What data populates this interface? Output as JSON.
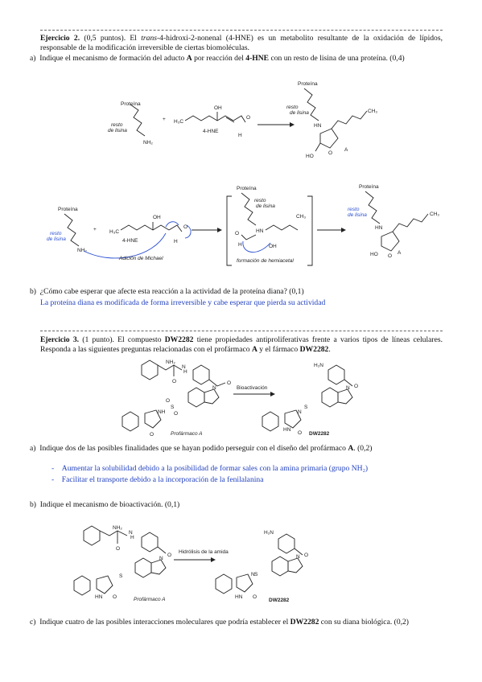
{
  "ex2": {
    "label": "Ejercicio 2.",
    "points": " (0,5 puntos). El ",
    "trans": "trans",
    "intro_rest": "-4-hidroxi-2-nonenal (4-HNE) es un metabolito resultante de la oxidación de lípidos, responsable de la modificación irreversible de ciertas biomoléculas.",
    "qa_marker": "a)",
    "qa_pre": "Indique el mecanismo de formación del aducto ",
    "qa_A": "A",
    "qa_mid": " por reacción del ",
    "qa_hne": "4-HNE",
    "qa_post": " con un resto de lisina de una proteína. (0,4)",
    "scheme1": {
      "protein": "Proteína",
      "lys_rest": "resto",
      "lys_rest2": "de lisina",
      "nh2": "NH₂",
      "plus": "+",
      "h3c": "H₃C",
      "oh": "OH",
      "hne": "4-HNE",
      "o": "O",
      "h": "H",
      "protein2": "Proteína",
      "rest2": "resto",
      "rest2b": "de lisina",
      "hn": "HN",
      "ch3": "CH₃",
      "a": "A",
      "ho": "HO",
      "o2": "O"
    },
    "scheme2": {
      "protein": "Proteína",
      "lys_rest": "resto",
      "lys_rest2": "de lisina",
      "nh2": "NH₂",
      "plus": "+",
      "h3c": "H₃C",
      "oh": "OH",
      "hne": "4-HNE",
      "o": "O",
      "h": "H",
      "michael": "Adición de Michael",
      "protein2": "Proteína",
      "rest2": "resto",
      "rest2b": "de lisina",
      "ch3": "CH₃",
      "hn": "HN",
      "o2": "O",
      "h2": "H",
      "oh2": "OH",
      "hemiacetal": "formación de hemiacetal",
      "protein3": "Proteína",
      "rest3": "resto",
      "rest3b": "de lisina",
      "hn3": "HN",
      "ch3b": "CH₃",
      "a": "A",
      "ho3": "HO",
      "o3": "O"
    },
    "qb_marker": "b)",
    "qb_text": "¿Cómo cabe esperar que afecte esta reacción a la actividad de la proteína diana? (0,1)",
    "qb_answer": "La proteína diana es modificada de forma irreversible y cabe esperar que pierda su actividad"
  },
  "ex3": {
    "label": "Ejercicio 3.",
    "intro_pre": " (1 punto). El compuesto ",
    "dw": "DW2282",
    "intro_mid": " tiene propiedades antiproliferativas frente a varios tipos de líneas celulares. Responda a las siguientes preguntas relacionadas con el profármaco ",
    "intro_A": "A",
    "intro_and": " y el fármaco ",
    "intro_dw2": "DW2282",
    "intro_end": ".",
    "scheme1": {
      "nh2": "NH₂",
      "n": "N",
      "h": "H",
      "o": "O",
      "nh": "NH",
      "s": "S",
      "o_s1": "O",
      "o_s2": "O",
      "n2": "N",
      "o2": "O",
      "prodrug": "Profármaco A",
      "bioact": "Bioactivación",
      "h2n": "H₂N",
      "o3": "O",
      "n3": "N",
      "s2": "S",
      "nh2b": "HN",
      "n4": "N",
      "o4": "O",
      "dw": "DW2282"
    },
    "qa_marker": "a)",
    "qa_pre": "Indique dos de las posibles finalidades que se hayan podido perseguir con el diseño del profármaco ",
    "qa_A": "A",
    "qa_post": ". (0,2)",
    "ans_dash": "-",
    "ans1": "Aumentar la solubilidad debido a la posibilidad de formar sales con la amina primaria (grupo NH₂)",
    "ans2": "Facilitar el transporte debido a la incorporación de la fenilalanina",
    "qb_marker": "b)",
    "qb_text": "Indique el mecanismo de bioactivación. (0,1)",
    "scheme2": {
      "nh2": "NH₂",
      "n": "N",
      "h": "H",
      "o": "O",
      "hn": "HN",
      "s": "S",
      "n2": "N",
      "o2": "O",
      "prodrug": "Profármaco A",
      "hydrolysis": "Hidrólisis de la amida",
      "h2n": "H₂N",
      "o3": "O",
      "n3": "N",
      "s2": "S",
      "hn2": "HN",
      "n4": "N",
      "o4": "O",
      "dw": "DW2282"
    },
    "qc_marker": "c)",
    "qc_pre": "Indique cuatro de las posibles interacciones moleculares que podría establecer el ",
    "qc_dw": "DW2282",
    "qc_post": " con su diana biológica. (0,2)"
  }
}
